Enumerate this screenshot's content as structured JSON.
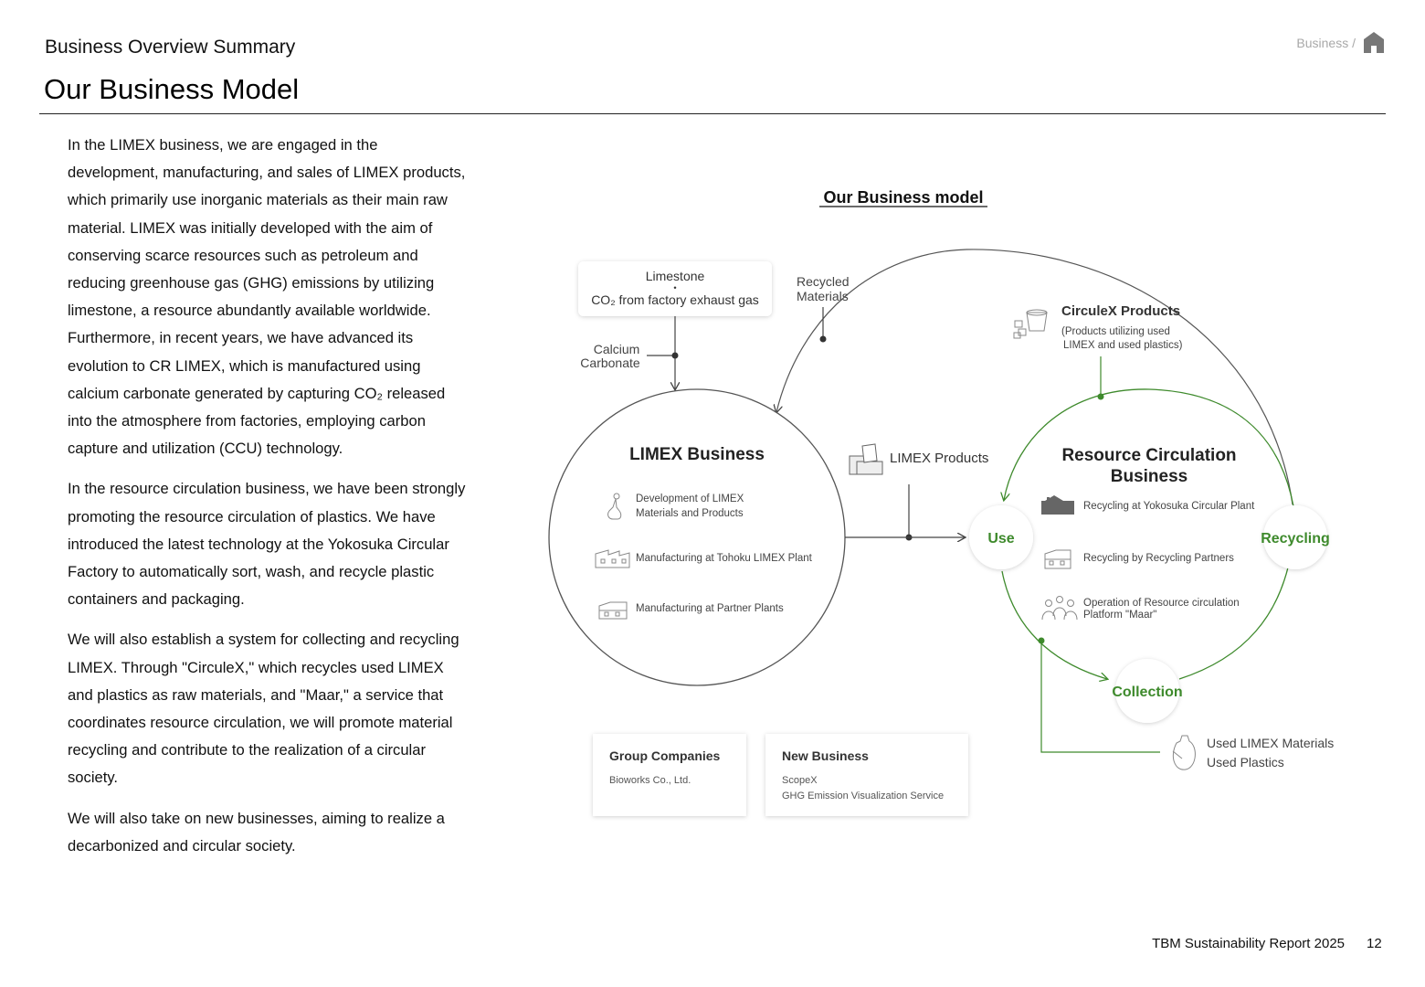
{
  "header": {
    "section": "Business Overview Summary",
    "title": "Our Business Model",
    "breadcrumb": "Business /",
    "home_icon": "home-icon"
  },
  "body": {
    "paragraphs": [
      "In the LIMEX business, we are engaged in the development, manufacturing, and sales of LIMEX products, which primarily use inorganic materials as their main raw material. LIMEX was initially developed with the aim of conserving scarce resources such as petroleum and reducing greenhouse gas (GHG) emissions by utilizing limestone, a resource abundantly available worldwide. Furthermore, in recent years, we have advanced its evolution to CR LIMEX, which is manufactured using calcium carbonate generated by capturing CO₂ released into the atmosphere from factories, employing carbon capture and utilization (CCU) technology.",
      "In the resource circulation business, we have been strongly promoting the resource circulation of plastics. We have introduced the latest technology at the Yokosuka Circular Factory to automatically sort, wash, and recycle plastic containers and packaging.",
      "We will also establish a system for collecting and recycling LIMEX. Through \"CirculeX,\" which recycles used LIMEX and plastics as raw materials, and \"Maar,\" a service that coordinates resource circulation, we will promote material recycling and contribute to the realization of a circular society.",
      "We will also take on new businesses, aiming to realize a decarbonized and circular society."
    ]
  },
  "diagram": {
    "title": "Our Business model",
    "accent_color": "#3e8a2c",
    "input_box": {
      "line1": "Limestone",
      "sep": "・",
      "line2": "CO₂ from factory exhaust gas"
    },
    "calcium_label": [
      "Calcium",
      "Carbonate"
    ],
    "recycled_label": [
      "Recycled",
      "Materials"
    ],
    "limex": {
      "title": "LIMEX Business",
      "items": [
        {
          "icon": "flask-icon",
          "lines": [
            "Development of LIMEX",
            "Materials and Products"
          ]
        },
        {
          "icon": "factory-icon",
          "lines": [
            "Manufacturing at Tohoku LIMEX Plant"
          ]
        },
        {
          "icon": "factory-icon",
          "lines": [
            "Manufacturing at Partner Plants"
          ]
        }
      ]
    },
    "limex_products": "LIMEX Products",
    "circulex": {
      "title": "CirculeX Products",
      "lines": [
        "(Products utilizing used",
        " LIMEX and used plastics)"
      ]
    },
    "resource": {
      "title": [
        "Resource Circulation",
        "Business"
      ],
      "items": [
        {
          "icon": "plant-icon",
          "lines": [
            "Recycling at Yokosuka Circular Plant"
          ]
        },
        {
          "icon": "factory-icon",
          "lines": [
            "Recycling by Recycling Partners"
          ]
        },
        {
          "icon": "people-icon",
          "lines": [
            "Operation of Resource circulation",
            "Platform \"Maar\""
          ]
        }
      ]
    },
    "nodes": {
      "use": "Use",
      "recycling": "Recycling",
      "collection": "Collection"
    },
    "used_materials": [
      "Used LIMEX Materials",
      "Used Plastics"
    ],
    "group_companies": {
      "title": "Group Companies",
      "lines": [
        "Bioworks Co., Ltd."
      ]
    },
    "new_business": {
      "title": "New Business",
      "lines": [
        "ScopeX",
        "GHG Emission Visualization Service"
      ]
    }
  },
  "footer": {
    "report": "TBM Sustainability Report 2025",
    "page": "12"
  }
}
